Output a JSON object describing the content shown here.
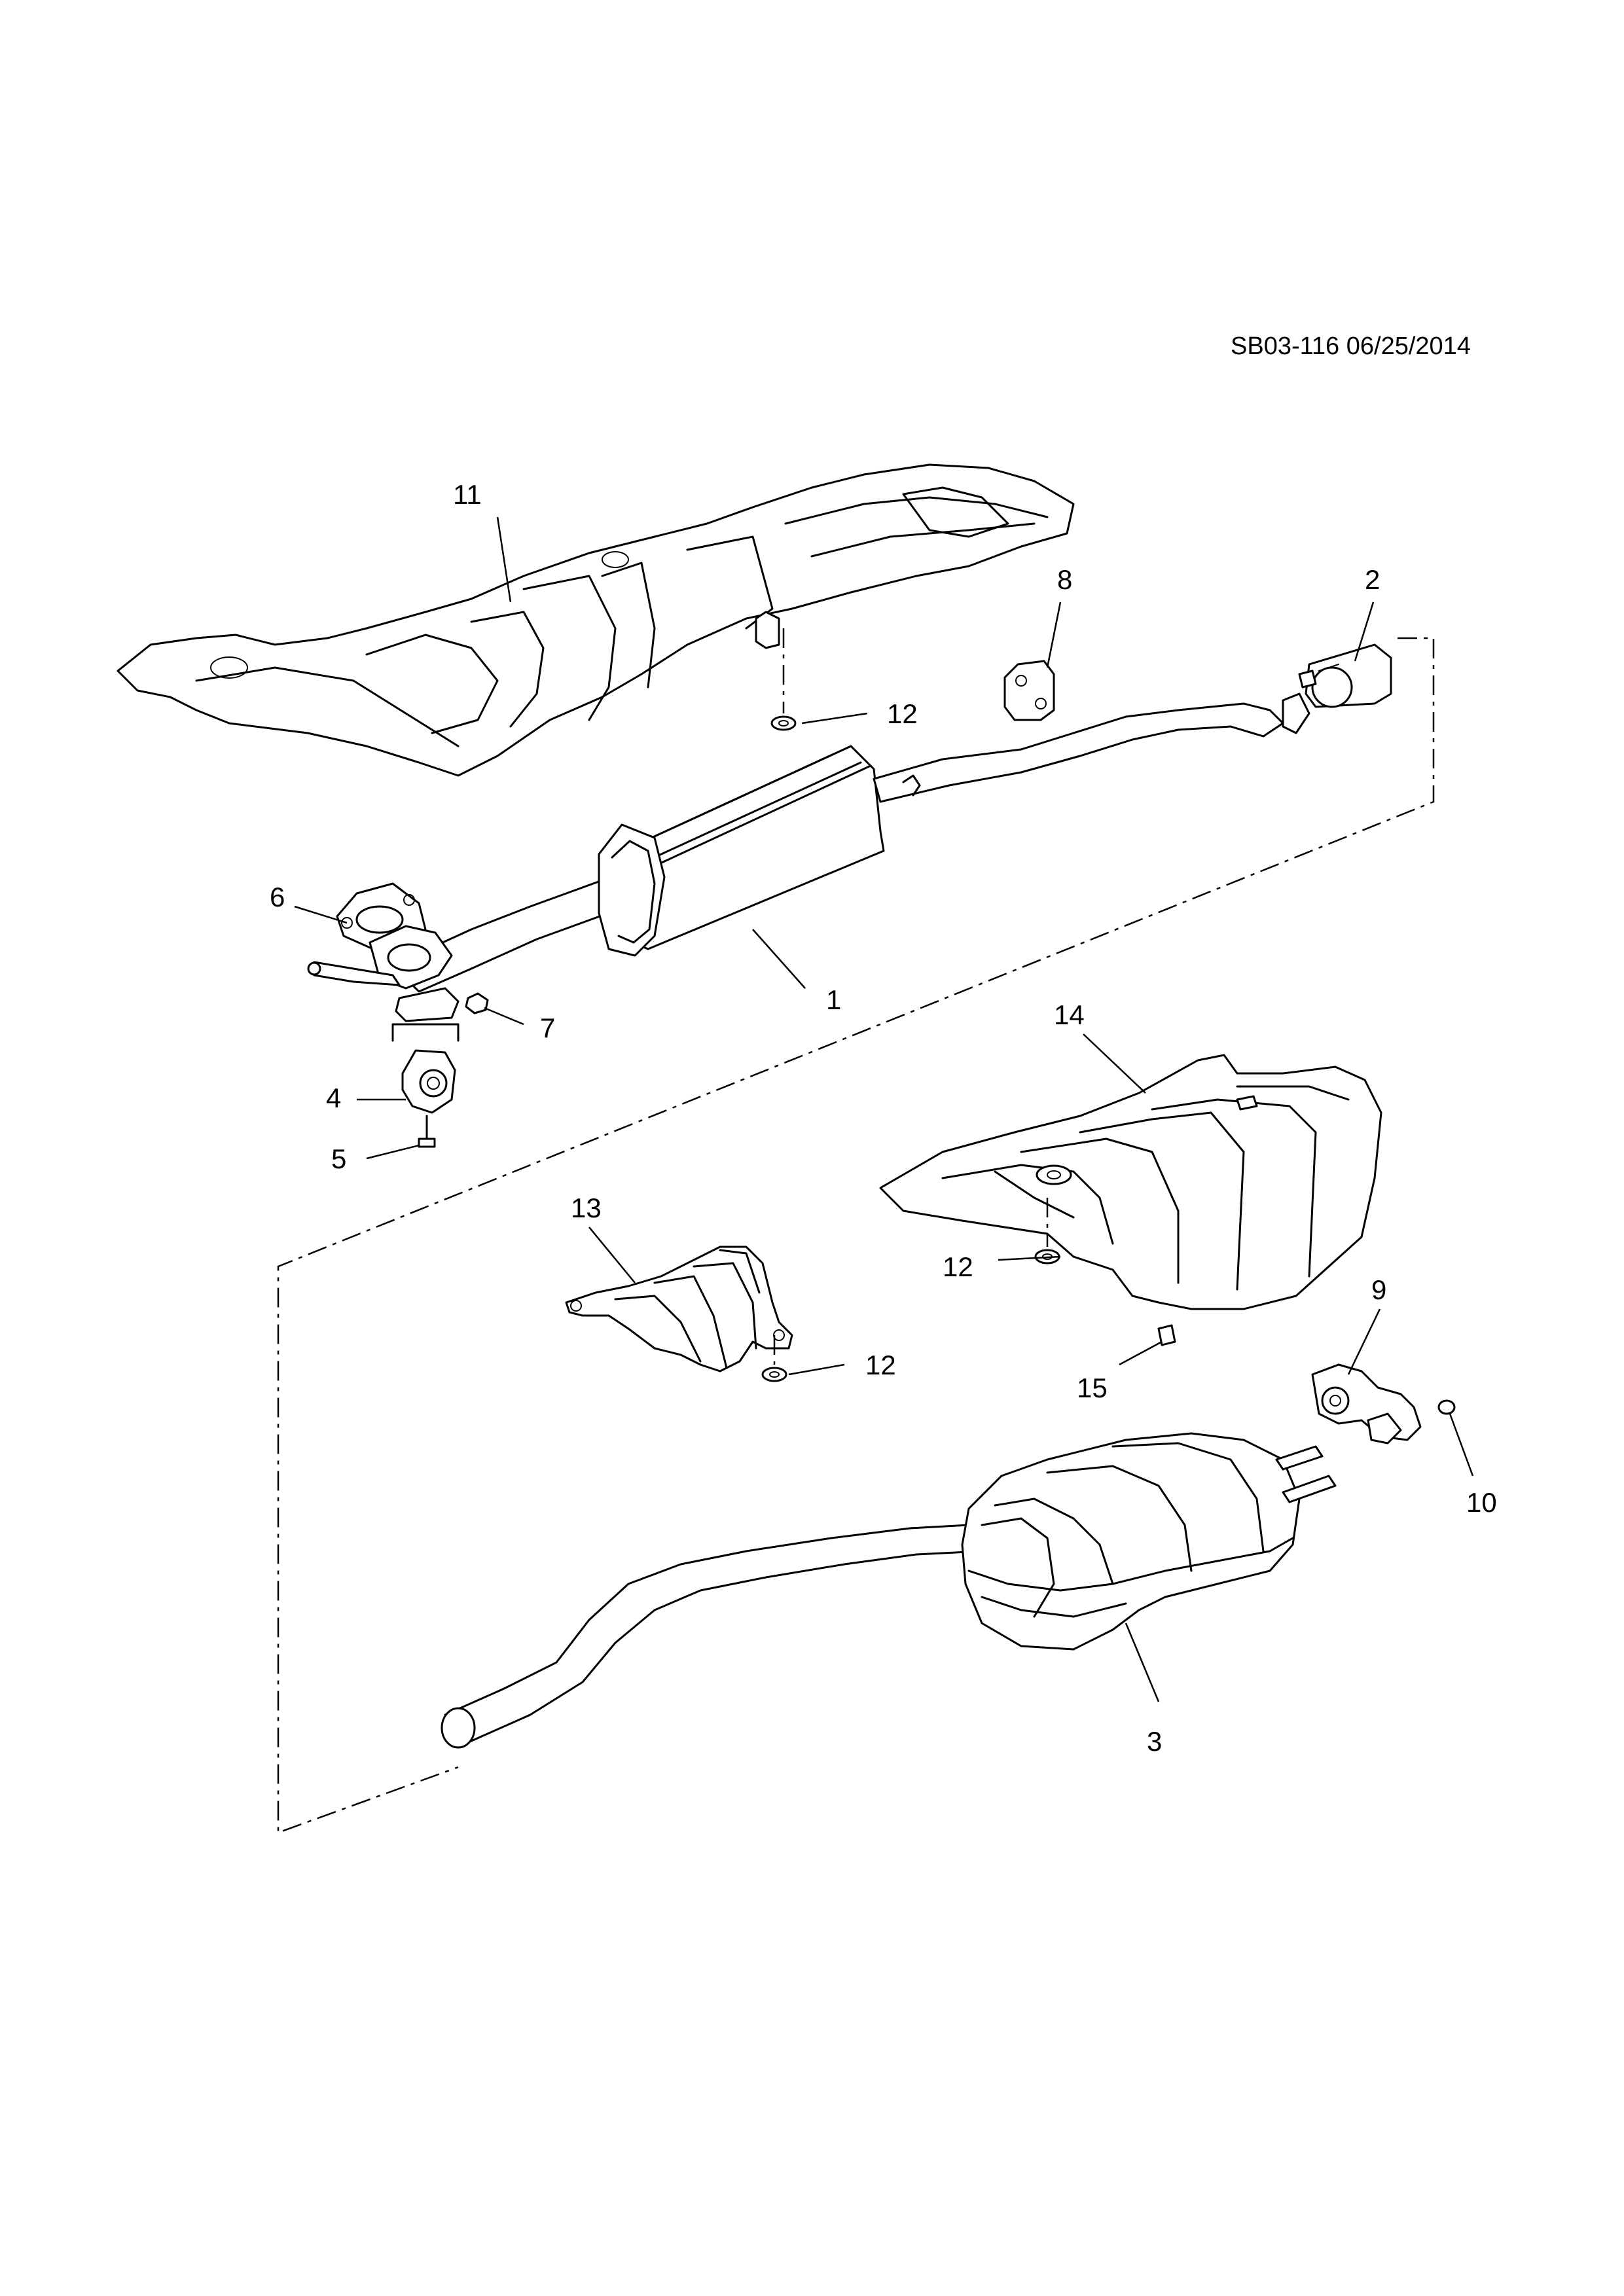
{
  "reference": "SB03-116 06/25/2014",
  "callouts": {
    "c1": "1",
    "c2": "2",
    "c3": "3",
    "c4": "4",
    "c5": "5",
    "c6": "6",
    "c7": "7",
    "c8": "8",
    "c9": "9",
    "c10": "10",
    "c11": "11",
    "c12a": "12",
    "c12b": "12",
    "c12c": "12",
    "c13": "13",
    "c14": "14",
    "c15": "15"
  }
}
